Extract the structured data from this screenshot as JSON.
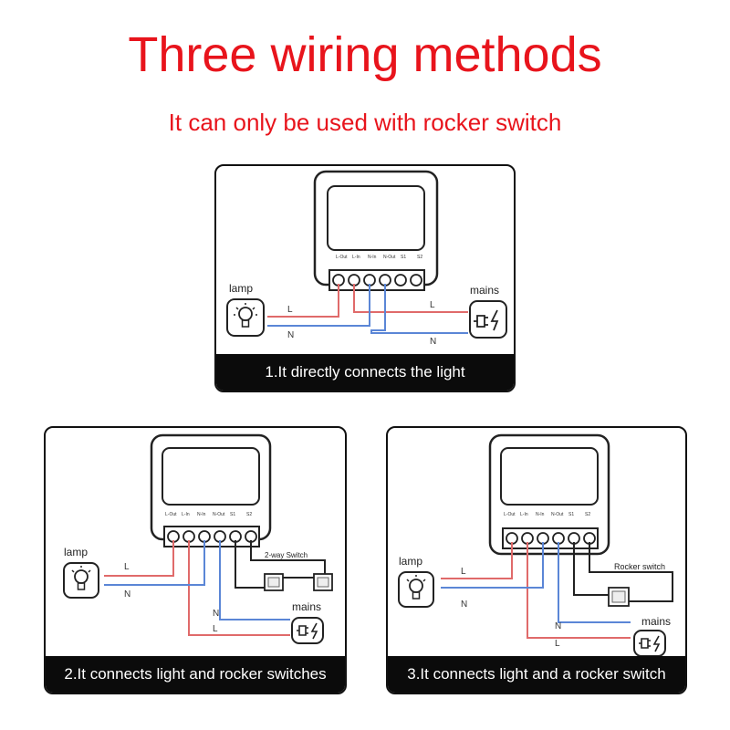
{
  "title": "Three wiring methods",
  "subtitle": "It can only be used with rocker switch",
  "colors": {
    "title": "#e8141c",
    "live": "#e06a6a",
    "neutral": "#5b86d6",
    "caption_bg": "#0b0b0b"
  },
  "terminals": [
    "L-Out",
    "L-In",
    "N-In",
    "N-Out",
    "S1",
    "S2"
  ],
  "labels": {
    "lamp": "lamp",
    "mains": "mains",
    "L": "L",
    "N": "N"
  },
  "panels": [
    {
      "caption": "1.It directly connects the light"
    },
    {
      "caption": "2.It connects light and rocker switches",
      "switch_label": "2-way Switch"
    },
    {
      "caption": "3.It connects light and a rocker switch",
      "switch_label": "Rocker switch"
    }
  ],
  "icons": {
    "lamp": "lightbulb-icon",
    "mains": "plug-icon"
  }
}
